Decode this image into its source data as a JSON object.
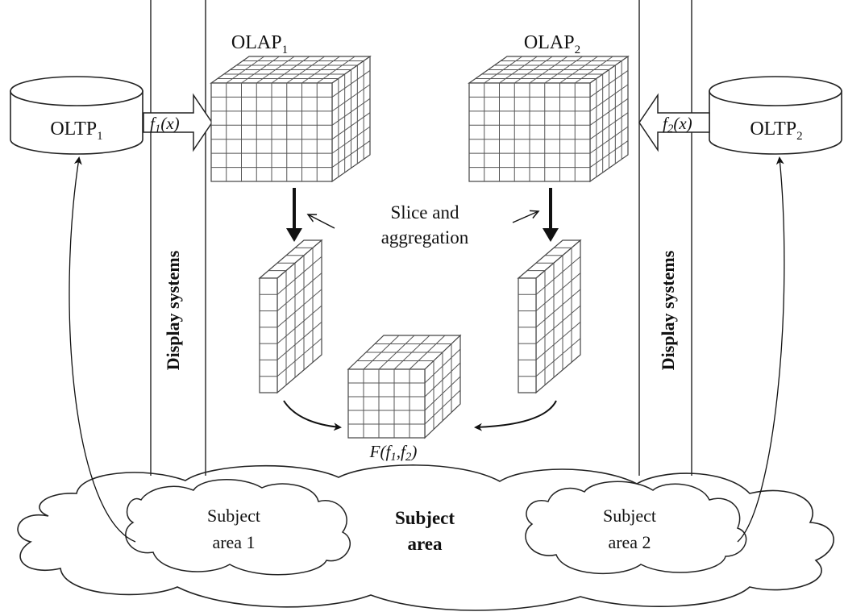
{
  "diagram": {
    "olap1": {
      "main": "OLAP",
      "sub": "1"
    },
    "olap2": {
      "main": "OLAP",
      "sub": "2"
    },
    "oltp1": {
      "main": "OLTP",
      "sub": "1"
    },
    "oltp2": {
      "main": "OLTP",
      "sub": "2"
    },
    "f1": {
      "main": "f",
      "sub": "1",
      "tail": "(x)"
    },
    "f2": {
      "main": "f",
      "sub": "2",
      "tail": "(x)"
    },
    "display_systems_left": "Display systems",
    "display_systems_right": "Display systems",
    "slice_line1": "Slice and",
    "slice_line2": "aggregation",
    "result": {
      "a": "F(f",
      "s1": "1",
      "b": ",f",
      "s2": "2",
      "c": ")"
    },
    "subject_area": {
      "line1": "Subject",
      "line2": "area"
    },
    "subject_area_1": {
      "line1": "Subject",
      "line2": "area 1"
    },
    "subject_area_2": {
      "line1": "Subject",
      "line2": "area 2"
    }
  }
}
